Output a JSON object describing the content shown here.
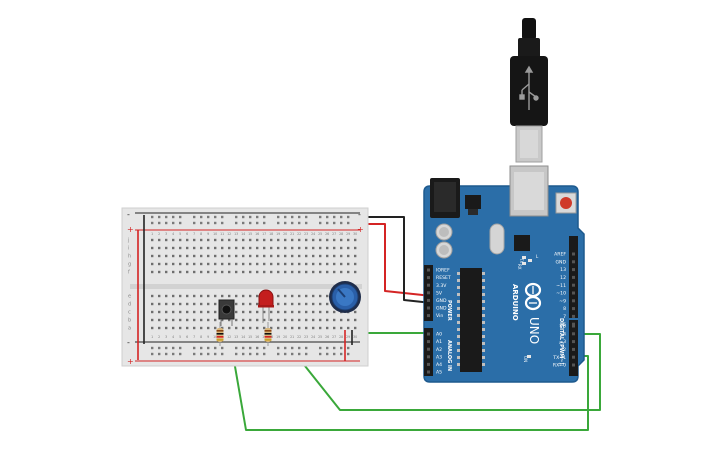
{
  "colors": {
    "board": "#2b6ea8",
    "board_dark": "#1e5a8e",
    "breadboard": "#e8e8e8",
    "rail_red": "#d42424",
    "rail_black": "#222222",
    "wire_green": "#3aa83a",
    "wire_red": "#d42424",
    "wire_black": "#222222",
    "led": "#c41e1e",
    "pot": "#2a5fa8"
  },
  "arduino": {
    "brand": "ARDUINO",
    "model": "UNO",
    "tx_label": "TX",
    "rx_label": "RX",
    "l_label": "L",
    "on_label": "ON",
    "power_header": "POWER",
    "analog_header": "ANALOG IN",
    "digital_header": "DIGITAL (PWM~)",
    "power_pins": [
      "IOREF",
      "RESET",
      "3.3V",
      "5V",
      "GND",
      "GND",
      "Vin"
    ],
    "analog_pins": [
      "A0",
      "A1",
      "A2",
      "A3",
      "A4",
      "A5"
    ],
    "digital_pins": [
      "AREF",
      "GND",
      "13",
      "12",
      "~11",
      "~10",
      "~9",
      "8",
      "7",
      "~6",
      "~5",
      "4",
      "~3",
      "2",
      "TX→1",
      "RX←0"
    ]
  },
  "breadboard": {
    "row_letters_top": [
      "j",
      "i",
      "h",
      "g",
      "f"
    ],
    "row_letters_bottom": [
      "e",
      "d",
      "c",
      "b",
      "a"
    ],
    "plus": "+",
    "minus": "-",
    "column_numbers": [
      "1",
      "2",
      "3",
      "4",
      "5",
      "6",
      "7",
      "8",
      "9",
      "10",
      "11",
      "12",
      "13",
      "14",
      "15",
      "16",
      "17",
      "18",
      "19",
      "20",
      "21",
      "22",
      "23",
      "24",
      "25",
      "26",
      "27",
      "28",
      "29",
      "30"
    ]
  }
}
